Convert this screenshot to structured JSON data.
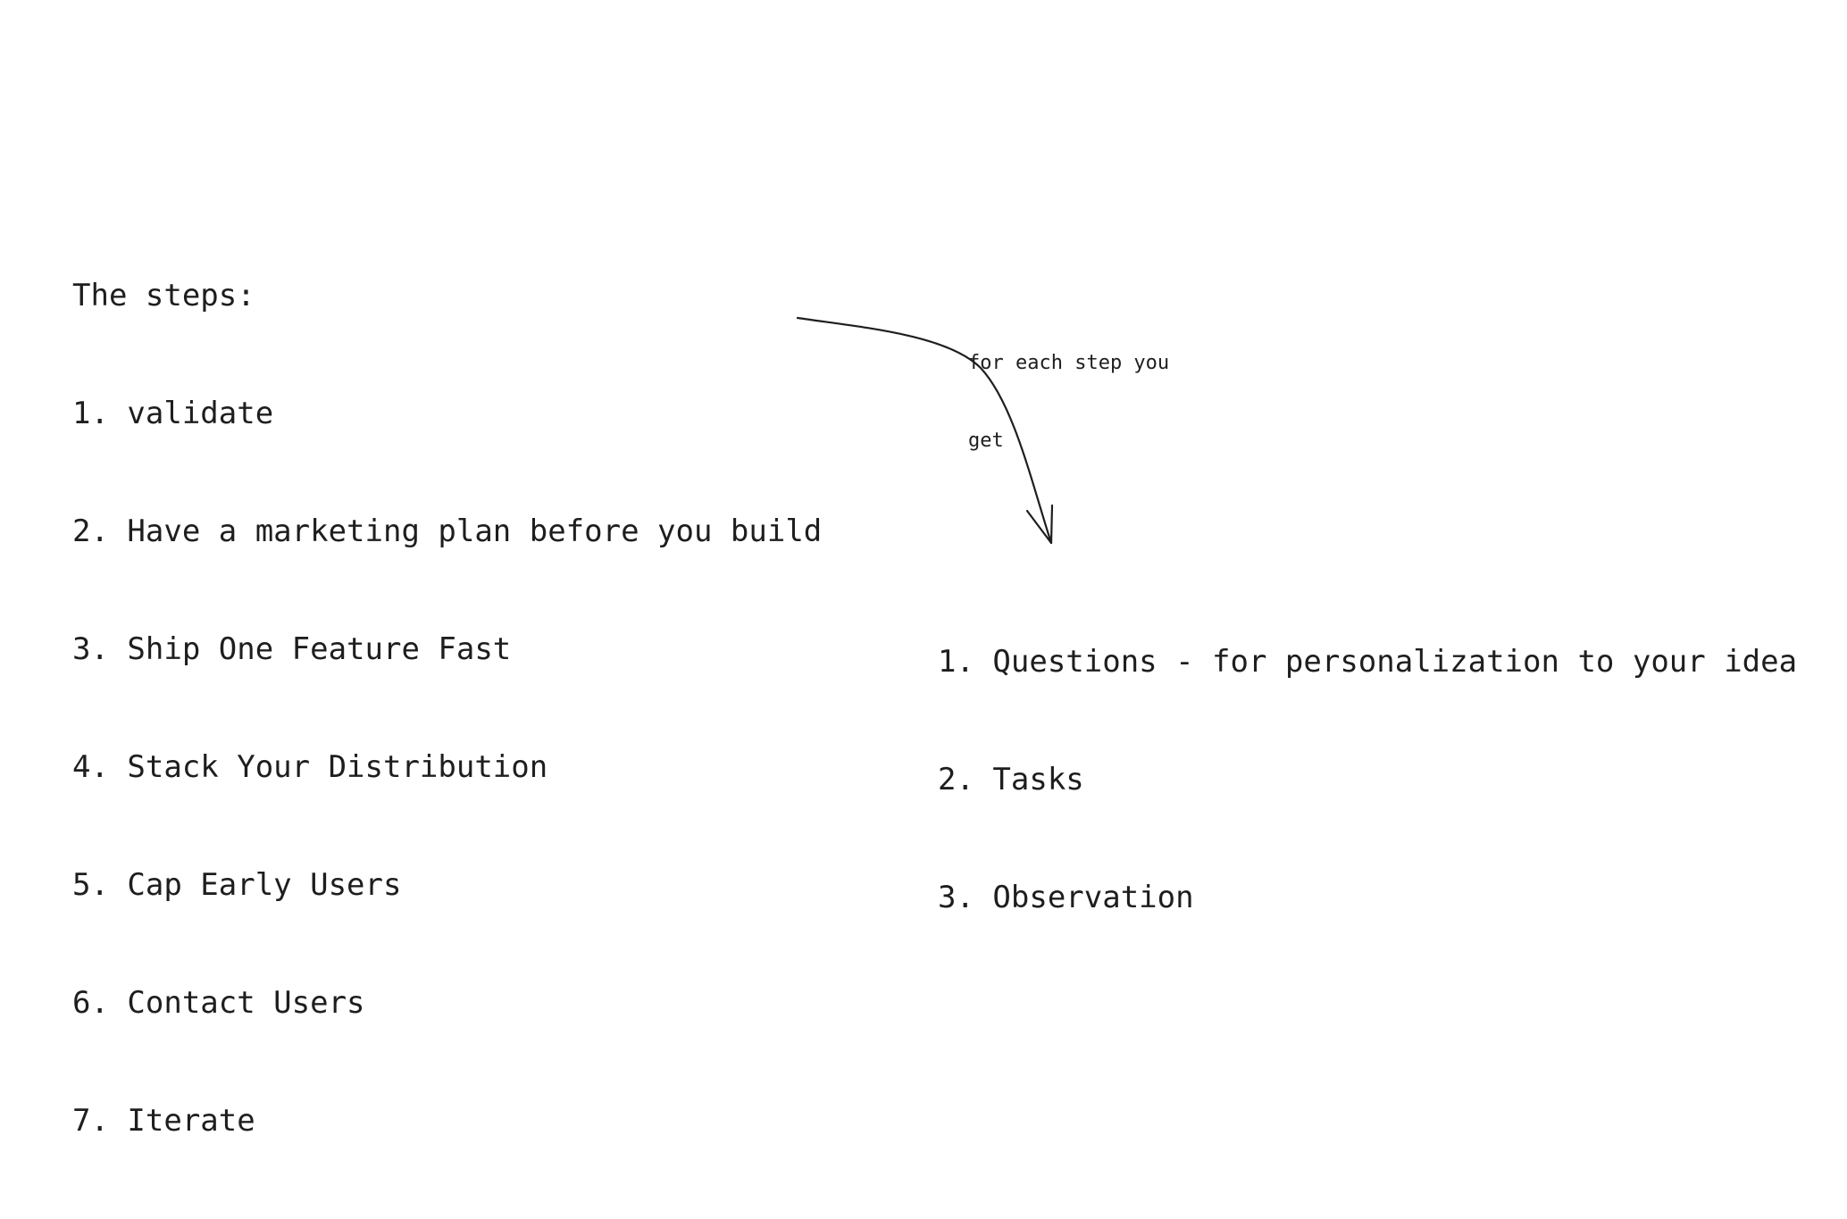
{
  "steps_list": {
    "heading": "The steps:",
    "items": [
      "1. validate",
      "2. Have a marketing plan before you build",
      "3. Ship One Feature Fast",
      "4. Stack Your Distribution",
      "5. Cap Early Users",
      "6. Contact Users",
      "7. Iterate"
    ]
  },
  "arrow_annotation": {
    "lines": [
      "for each step you",
      "get"
    ]
  },
  "results_list": {
    "items": [
      "1. Questions - for personalization to your idea",
      "2. Tasks",
      "3. Observation"
    ]
  },
  "colors": {
    "background": "#ffffff",
    "ink": "#1e1e1e"
  }
}
